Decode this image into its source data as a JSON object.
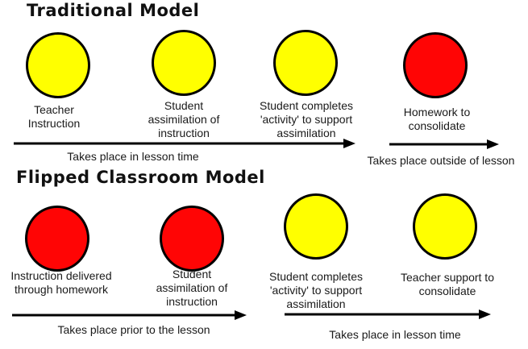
{
  "diagram": {
    "models": [
      {
        "title": "Traditional Model",
        "stages": [
          {
            "label": "Teacher Instruction",
            "fill": "#FFFF00"
          },
          {
            "label": "Student assimilation of instruction",
            "fill": "#FFFF00"
          },
          {
            "label": "Student completes 'activity' to support assimilation",
            "fill": "#FFFF00"
          },
          {
            "label": "Homework to consolidate",
            "fill": "#FF0505"
          }
        ],
        "timelines": [
          "Takes place in lesson time",
          "Takes place outside of lesson"
        ]
      },
      {
        "title": "Flipped Classroom Model",
        "stages": [
          {
            "label": "Instruction delivered through homework",
            "fill": "#FF0505"
          },
          {
            "label": "Student assimilation of instruction",
            "fill": "#FF0505"
          },
          {
            "label": "Student completes 'activity' to support assimilation",
            "fill": "#FFFF00"
          },
          {
            "label": "Teacher support to consolidate",
            "fill": "#FFFF00"
          }
        ],
        "timelines": [
          "Takes place prior to the lesson",
          "Takes place in lesson time"
        ]
      }
    ],
    "colors": {
      "in_lesson_stage": "#FFFF00",
      "outside_lesson_stage": "#FF0505",
      "outline": "#000000",
      "arrow": "#000000",
      "background": "#FFFFFF"
    }
  }
}
